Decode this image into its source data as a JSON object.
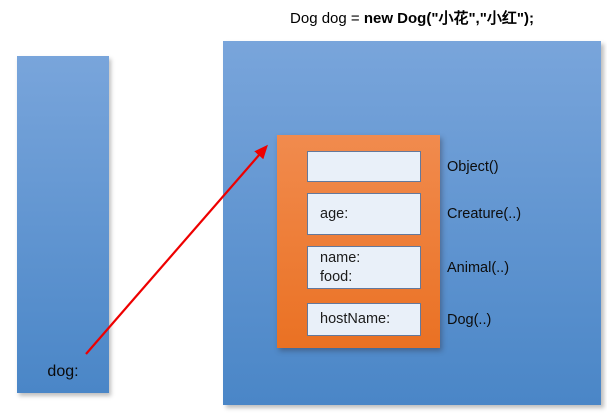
{
  "title": {
    "normal": "Dog dog = ",
    "bold": "new Dog(\"小花\",\"小红\");"
  },
  "stack": {
    "variable_label": "dog:"
  },
  "heap": {
    "rows": [
      {
        "field_lines": [
          ""
        ],
        "class_label": "Object()"
      },
      {
        "field_lines": [
          "age:"
        ],
        "class_label": "Creature(..)"
      },
      {
        "field_lines": [
          "name:",
          "food:"
        ],
        "class_label": "Animal(..)"
      },
      {
        "field_lines": [
          "hostName:"
        ],
        "class_label": "Dog(..)"
      }
    ]
  },
  "colors": {
    "slide_background": "#FFFFFF",
    "memory_area_gradient_top": "#79A5DB",
    "memory_area_gradient_bottom": "#4A86C7",
    "object_box_gradient_top": "#F18B4E",
    "object_box_gradient_bottom": "#EA7123",
    "field_box_fill": "#E9F0F9",
    "field_box_border": "#64789B",
    "arrow_red": "#EE0000",
    "text": "#000000"
  }
}
